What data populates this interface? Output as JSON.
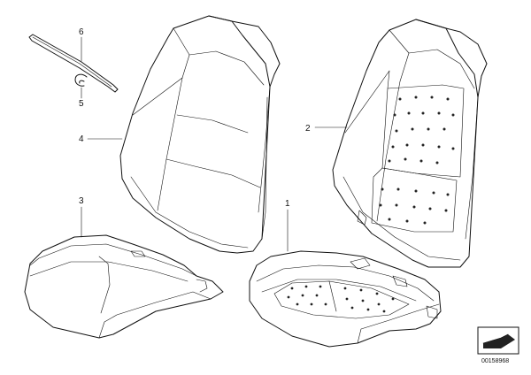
{
  "callouts": {
    "c1": "1",
    "c2": "2",
    "c3": "3",
    "c4": "4",
    "c5": "5",
    "c6": "6"
  },
  "part_number": "00158968",
  "icons": {
    "corner": "foam-wedge-icon"
  }
}
